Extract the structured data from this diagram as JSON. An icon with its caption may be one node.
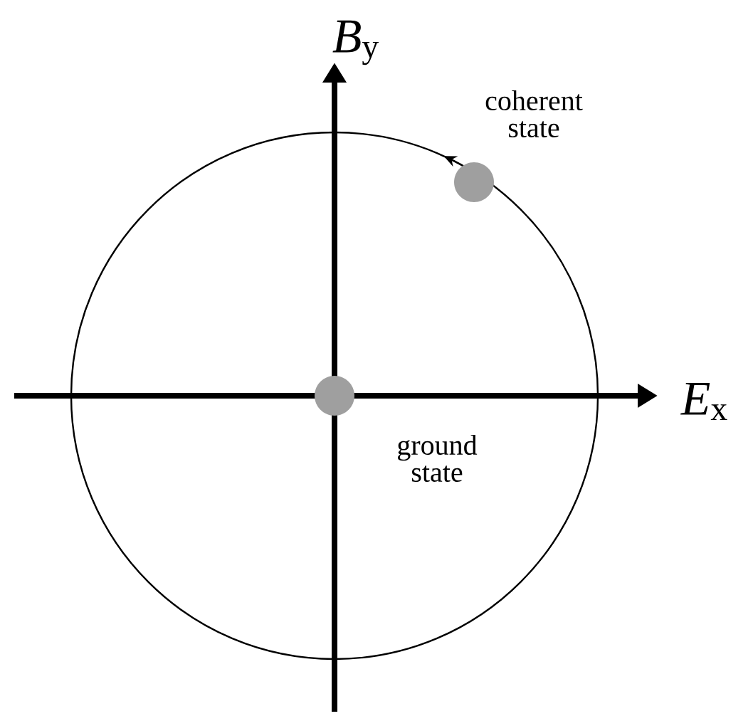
{
  "diagram": {
    "nodes": [
      {
        "text": [],
        "shape": "circle",
        "beside": [
          "coherent state"
        ]
      },
      {
        "text": [],
        "shape": "circle",
        "beside": [
          "ground state"
        ]
      }
    ],
    "labels": [
      "*B*$_{y}$",
      "*E*$_{x}$"
    ]
  }
}
